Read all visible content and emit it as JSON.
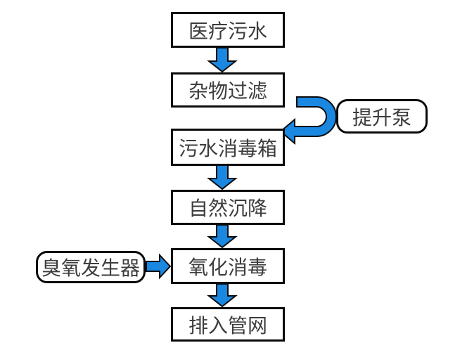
{
  "diagram": {
    "description": "Medical sewage treatment process flowchart",
    "process_steps": [
      {
        "label": "医疗污水"
      },
      {
        "label": "杂物过滤"
      },
      {
        "label": "污水消毒箱"
      },
      {
        "label": "自然沉降"
      },
      {
        "label": "氧化消毒"
      },
      {
        "label": "排入管网"
      }
    ],
    "side_nodes": [
      {
        "label": "提升泵"
      },
      {
        "label": "臭氧发生器"
      }
    ],
    "connections": [
      {
        "from": "医疗污水",
        "to": "杂物过滤",
        "type": "down-arrow"
      },
      {
        "from": "杂物过滤",
        "to": "污水消毒箱",
        "type": "u-turn-arrow",
        "via": "提升泵"
      },
      {
        "from": "污水消毒箱",
        "to": "自然沉降",
        "type": "down-arrow"
      },
      {
        "from": "自然沉降",
        "to": "氧化消毒",
        "type": "down-arrow"
      },
      {
        "from": "臭氧发生器",
        "to": "氧化消毒",
        "type": "right-arrow"
      },
      {
        "from": "氧化消毒",
        "to": "排入管网",
        "type": "down-arrow"
      }
    ]
  },
  "colors": {
    "arrow_fill": "#1a87e0",
    "arrow_outline": "#0a0a0a",
    "node_border": "#0a0a0a",
    "node_fill": "#ffffff",
    "text": "#3d3d3d",
    "background": "#ffffff"
  }
}
